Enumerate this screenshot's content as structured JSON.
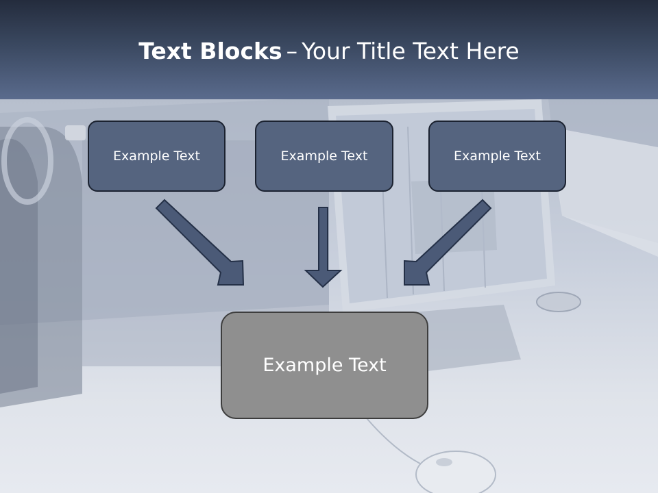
{
  "slide": {
    "title_bold": "Text Blocks",
    "title_separator": "–",
    "title_rest": "Your Title Text Here"
  },
  "blocks": {
    "top_left": "Example Text",
    "top_center": "Example Text",
    "top_right": "Example Text",
    "bottom": "Example Text"
  },
  "colors": {
    "title_bar": "#3a4860",
    "box_fill": "#55647f",
    "box_border": "#1b2230",
    "bottom_box_fill": "#8f8f8f",
    "arrow_fill": "#4b5a77"
  }
}
